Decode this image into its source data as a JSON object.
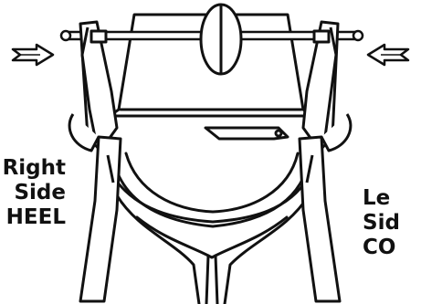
{
  "diagram": {
    "left_label": {
      "line1": "Right",
      "line2": "Side",
      "line3": "HEEL"
    },
    "right_label": {
      "line1": "Le",
      "line2": "Sid",
      "line3": "CO"
    }
  },
  "colors": {
    "ink": "#111111",
    "paper": "#ffffff"
  }
}
